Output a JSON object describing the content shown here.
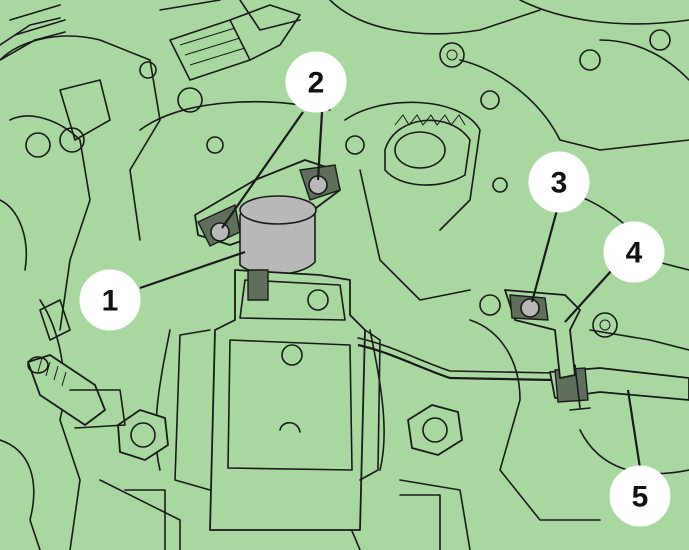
{
  "diagram": {
    "colors": {
      "background": "#a8d8a0",
      "line": "#1a1a1a",
      "callout_fill": "#ffffff",
      "highlight_part": "#b8b8b8",
      "dark_part": "#5f6f5c"
    },
    "callouts": [
      {
        "id": "1",
        "label": "1"
      },
      {
        "id": "2",
        "label": "2"
      },
      {
        "id": "3",
        "label": "3"
      },
      {
        "id": "4",
        "label": "4"
      },
      {
        "id": "5",
        "label": "5"
      }
    ]
  }
}
